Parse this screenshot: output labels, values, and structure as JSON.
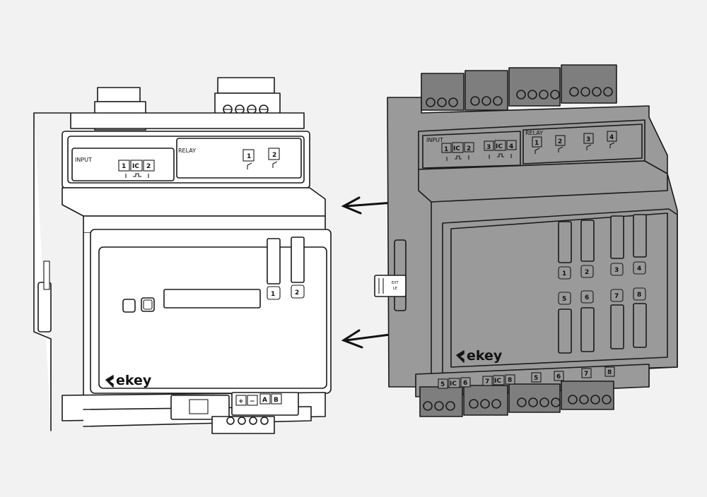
{
  "colors": {
    "background": "#f2f2f2",
    "left_device_fill": "#ffffff",
    "right_device_fill": "#9a9a9a",
    "connector_fill": "#7e7e7e",
    "line": "#1a1a1a"
  },
  "left_device": {
    "input_label": "INPUT",
    "relay_label": "RELAY",
    "input_terminals": [
      "1",
      "IC",
      "2"
    ],
    "relay_numbers": [
      "1",
      "2"
    ],
    "led_numbers": [
      "1",
      "2"
    ],
    "brand": "ekey",
    "bottom_terminals": [
      "+",
      "−",
      "A",
      "B"
    ]
  },
  "right_device": {
    "input_label": "INPUT",
    "relay_label": "RELAY",
    "input_terminals_top": [
      "1",
      "IC",
      "2",
      "3",
      "IC",
      "4"
    ],
    "relay_numbers_top": [
      "1",
      "2",
      "3",
      "4"
    ],
    "led_numbers_upper": [
      "1",
      "2",
      "3",
      "4"
    ],
    "led_numbers_lower": [
      "5",
      "6",
      "7",
      "8"
    ],
    "brand": "ekey",
    "input_terminals_bottom": [
      "5",
      "IC",
      "6",
      "7",
      "IC",
      "8"
    ],
    "relay_numbers_bottom": [
      "5",
      "6",
      "7",
      "8"
    ],
    "ext_label_1": "EXT",
    "ext_label_2": "LE"
  },
  "arrows": [
    {
      "name": "upper-arrow",
      "direction": "left"
    },
    {
      "name": "lower-arrow",
      "direction": "left"
    }
  ]
}
